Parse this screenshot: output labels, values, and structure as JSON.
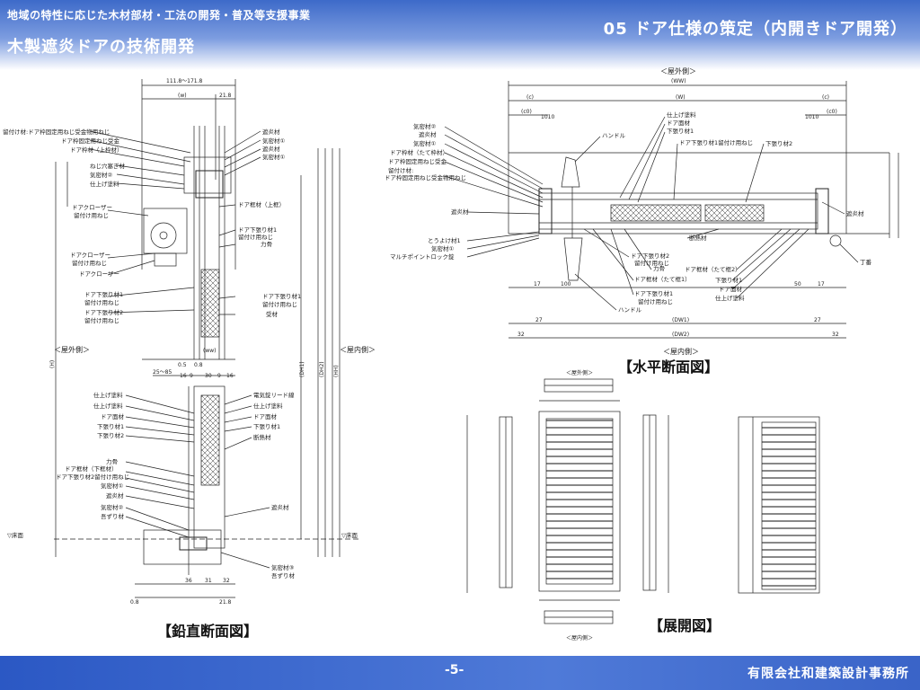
{
  "header": {
    "subtitle": "地域の特性に応じた木材部材・工法の開発・普及等支援事業",
    "title": "木製遮炎ドアの技術開発",
    "section": "05  ドア仕様の策定（内開きドア開発）"
  },
  "captions": {
    "vertical": "【鉛直断面図】",
    "horizontal": "【水平断面図】",
    "elevation": "【展開図】"
  },
  "vertical_section": {
    "top_dims": [
      "111.8～171.8",
      "(w)",
      "21.8"
    ],
    "labels_left": [
      "留付け材:ドア枠固定用ねじ受金物用ねじ",
      "ドア枠固定用ねじ受金",
      "ドア枠材（上枠材）",
      "ねじ穴塞ぎ材",
      "気密材②",
      "仕上げ塗料",
      "ドアクローザー",
      "留付け用ねじ",
      "ドアクローザー",
      "留付け用ねじ",
      "ドアクローザー",
      "ドア下張り材1",
      "留付け用ねじ",
      "ドア下張り材2",
      "留付け用ねじ"
    ],
    "labels_right": [
      "遮炎材",
      "気密材①",
      "遮炎材",
      "気密材①",
      "ドア框材（上框）",
      "ドア下張り材1",
      "留付け用ねじ",
      "力骨",
      "ドア下張り材1",
      "留付け用ねじ",
      "受材"
    ],
    "outside": "＜屋外側＞",
    "inside": "＜屋内側＞",
    "mid_dims": [
      "(ww)",
      "25～85",
      "0.5",
      "0.8",
      "16",
      "9",
      "30",
      "9",
      "16"
    ],
    "labels_left2": [
      "仕上げ塗料",
      "仕上げ塗料",
      "ドア面材",
      "下張り材1",
      "下張り材2",
      "力骨",
      "ドア框材（下框材）",
      "ドア下張り材2留付け用ねじ",
      "気密材①",
      "遮炎材",
      "気密材②",
      "吾ずり材"
    ],
    "labels_right2": [
      "電気錠リード線",
      "仕上げ塗料",
      "ドア面材",
      "下張り材1",
      "断熱材",
      "遮炎材",
      "気密材③",
      "吾ずり材"
    ],
    "floor": "▽床面",
    "bottom_dims": [
      "0.8",
      "36",
      "31",
      "32",
      "21.8"
    ],
    "side_dims": [
      "(DH1)",
      "(DH2)",
      "(HH)",
      "(H)"
    ]
  },
  "horizontal_section": {
    "outside": "＜屋外側＞",
    "inside": "＜屋内側＞",
    "top_dims": [
      "(WW)",
      "(c)",
      "(W)",
      "(c)",
      "(c0)",
      "1010",
      "1010",
      "(c0)"
    ],
    "labels_left": [
      "気密材②",
      "遮炎材",
      "気密材①",
      "ドア枠材（たて枠材）",
      "ドア枠固定用ねじ受金",
      "留付け材:",
      "ドア枠固定用ねじ受金物用ねじ",
      "遮炎材",
      "とうよけ材1",
      "気密材①",
      "マルチポイントロック錠"
    ],
    "labels_top": [
      "ハンドル",
      "仕上げ塗料",
      "ドア面材",
      "下張り材1",
      "ドア下張り材1留付け用ねじ",
      "下張り材2",
      "遮炎材"
    ],
    "labels_bottom": [
      "ドア下張り材2",
      "留付け用ねじ",
      "力骨",
      "ドア框材（たて框1）",
      "ドア下張り材1",
      "留付け用ねじ",
      "ハンドル",
      "断熱材",
      "ドア框材（たて框2）",
      "下張り材1",
      "ドア面材",
      "仕上げ塗料",
      "丁番"
    ],
    "bottom_dims": [
      "17",
      "100",
      "50",
      "17",
      "27",
      "27",
      "(DW1)",
      "32",
      "(DW2)",
      "32"
    ]
  },
  "elevation": {
    "labels": [
      "＜屋外側＞",
      "＜屋内側＞"
    ]
  },
  "footer": {
    "page": "-5-",
    "company": "有限会社和建築設計事務所"
  }
}
